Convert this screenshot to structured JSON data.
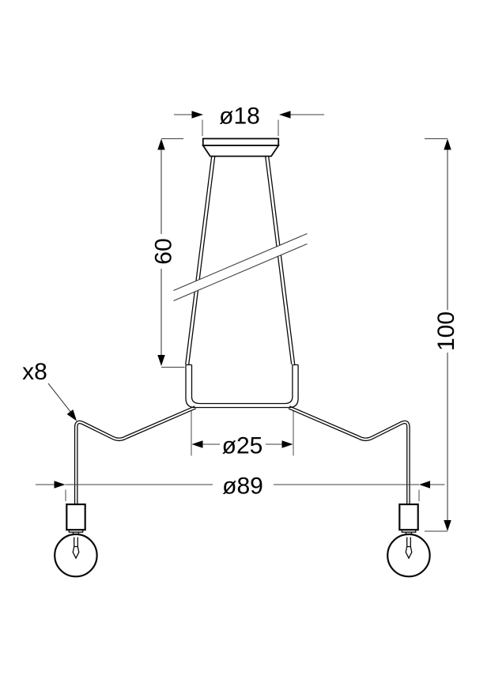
{
  "drawing": {
    "dimensions": {
      "canopy_diameter": "ø18",
      "suspension_length": "60",
      "overall_height": "100",
      "center_ring_diameter": "ø25",
      "overall_width": "ø89",
      "arm_count": "x8"
    },
    "colors": {
      "background": "#ffffff",
      "outline": "#0a0a0a",
      "dimension_line": "#3f3f3f",
      "text": "#000000"
    }
  }
}
